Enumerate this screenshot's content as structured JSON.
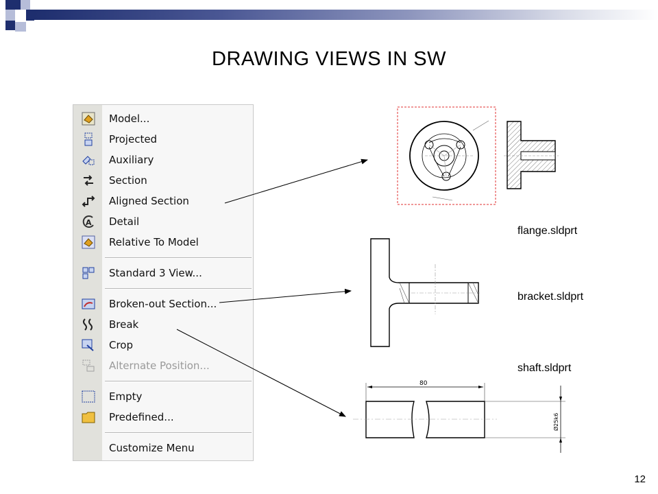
{
  "slide": {
    "title": "DRAWING VIEWS IN SW",
    "page_number": "12"
  },
  "menu": {
    "items": [
      {
        "label": "Model...",
        "icon": "model-view-icon",
        "disabled": false
      },
      {
        "label": "Projected",
        "icon": "projected-view-icon",
        "disabled": false
      },
      {
        "label": "Auxiliary",
        "icon": "auxiliary-view-icon",
        "disabled": false
      },
      {
        "label": "Section",
        "icon": "section-view-icon",
        "disabled": false
      },
      {
        "label": "Aligned Section",
        "icon": "aligned-section-icon",
        "disabled": false
      },
      {
        "label": "Detail",
        "icon": "detail-view-icon",
        "disabled": false
      },
      {
        "label": "Relative To Model",
        "icon": "relative-to-model-icon",
        "disabled": false
      },
      {
        "label": "Standard 3 View...",
        "icon": "standard-3-view-icon",
        "disabled": false
      },
      {
        "label": "Broken-out Section...",
        "icon": "broken-out-section-icon",
        "disabled": false
      },
      {
        "label": "Break",
        "icon": "break-icon",
        "disabled": false
      },
      {
        "label": "Crop",
        "icon": "crop-icon",
        "disabled": false
      },
      {
        "label": "Alternate Position...",
        "icon": "alternate-position-icon",
        "disabled": true
      },
      {
        "label": "Empty",
        "icon": "empty-view-icon",
        "disabled": false
      },
      {
        "label": "Predefined...",
        "icon": "predefined-view-icon",
        "disabled": false
      },
      {
        "label": "Customize Menu",
        "icon": "",
        "disabled": false
      }
    ]
  },
  "files": {
    "flange": "flange.sldprt",
    "bracket": "bracket.sldprt",
    "shaft": "shaft.sldprt"
  },
  "drawings": {
    "shaft_length_dim": "80",
    "shaft_diameter_dim": "Ø25k6"
  },
  "colors": {
    "header_dark": "#1e2e6e",
    "header_mid": "#4a5794",
    "header_light": "#b6bdd9",
    "crop_border": "#e03030"
  }
}
